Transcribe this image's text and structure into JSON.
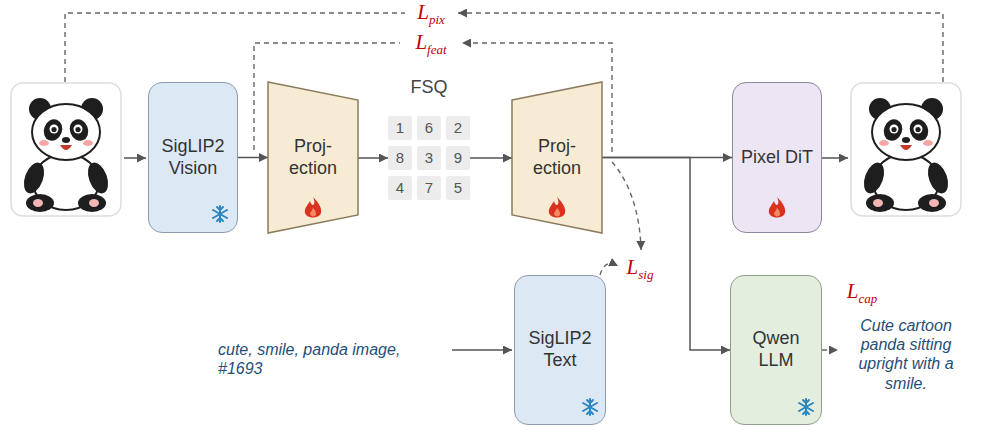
{
  "diagram": {
    "nodes": [
      {
        "text": [
          "SigLIP2 Vision"
        ]
      },
      {
        "text": [
          "Proj- ection"
        ]
      },
      {
        "text": [
          "1"
        ]
      },
      {
        "text": [
          "6"
        ]
      },
      {
        "text": [
          "2"
        ]
      },
      {
        "text": [
          "8"
        ]
      },
      {
        "text": [
          "3"
        ]
      },
      {
        "text": [
          "9"
        ]
      },
      {
        "text": [
          "4"
        ]
      },
      {
        "text": [
          "7"
        ]
      },
      {
        "text": [
          "5"
        ]
      },
      {
        "text": [
          "Proj- ection"
        ]
      },
      {
        "text": [
          "Pixel DiT"
        ]
      },
      {
        "text": [
          "SigLIP2 Text"
        ]
      },
      {
        "text": [
          "Qwen LLM"
        ]
      }
    ],
    "edges": [
      {
        "from": 0,
        "to": 1,
        "arrow": "to"
      },
      {
        "from": 1,
        "to": 5,
        "arrow": "to"
      },
      {
        "from": 7,
        "to": 11,
        "arrow": "to"
      },
      {
        "from": 11,
        "to": 12,
        "arrow": "to"
      },
      {
        "from": 11,
        "to": 14,
        "arrow": "to"
      }
    ],
    "labels": [
      "FSQ",
      "Lpix",
      "Lfeat",
      "Lsig",
      "cute, smile, panda image, #1693",
      "Lcap",
      "Cute cartoon panda sitting upright with a smile."
    ]
  }
}
